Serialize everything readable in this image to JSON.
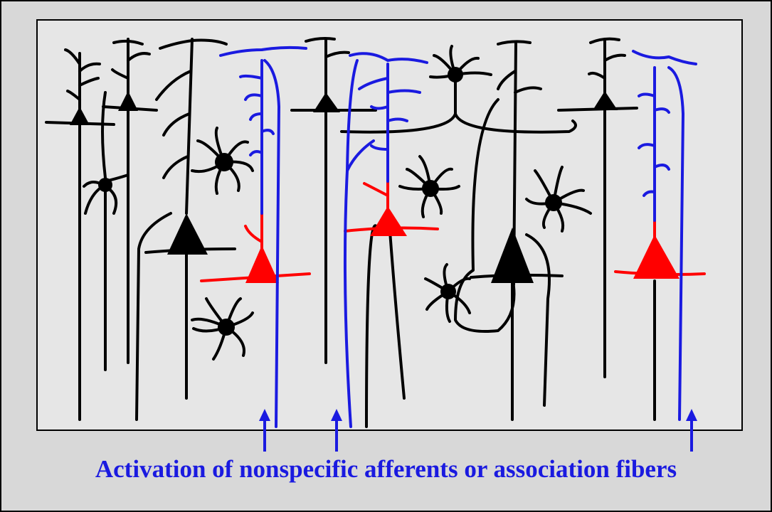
{
  "caption": "Activation of nonspecific afferents or association fibers",
  "colors": {
    "background": "#d8d8d8",
    "panel": "#e6e6e6",
    "neuron_default": "#000000",
    "neuron_activated": "#ff0000",
    "afferent_fibers": "#1a1ae0",
    "caption_text": "#1a1ae0"
  },
  "figure": {
    "activated_pyramidal_cells": 3,
    "afferent_fiber_arrows": 3
  }
}
